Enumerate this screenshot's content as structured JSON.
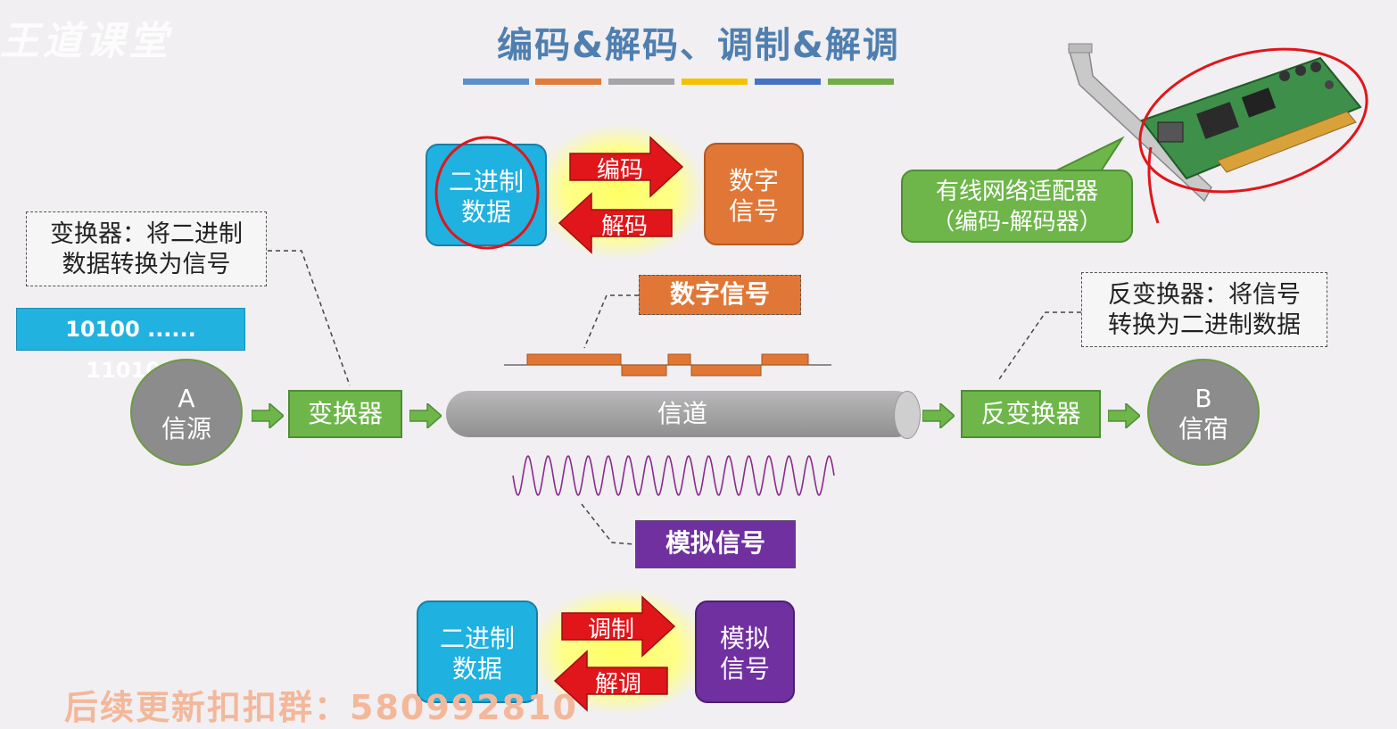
{
  "watermark": "王道课堂",
  "title": "编码&解码、调制&解调",
  "title_bar_colors": [
    "#5b8fc9",
    "#e07b39",
    "#a5a5a5",
    "#f5c000",
    "#4472c4",
    "#70ad47"
  ],
  "callout_left": {
    "line1": "变换器：将二进制",
    "line2": "数据转换为信号"
  },
  "callout_right": {
    "line1": "反变换器：将信号",
    "line2": "转换为二进制数据"
  },
  "bit_string": "10100 ...... 110100",
  "source": {
    "letter": "A",
    "label": "信源"
  },
  "sink": {
    "letter": "B",
    "label": "信宿"
  },
  "converter": "变换器",
  "inverse_converter": "反变换器",
  "channel": "信道",
  "digital_signal_tag": "数字信号",
  "analog_signal_tag": "模拟信号",
  "top_diagram": {
    "left_box": {
      "line1": "二进制",
      "line2": "数据"
    },
    "right_box": {
      "line1": "数字",
      "line2": "信号"
    },
    "forward_label": "编码",
    "backward_label": "解码"
  },
  "bottom_diagram": {
    "left_box": {
      "line1": "二进制",
      "line2": "数据"
    },
    "right_box": {
      "line1": "模拟",
      "line2": "信号"
    },
    "forward_label": "调制",
    "backward_label": "解调"
  },
  "nic_callout": {
    "line1": "有线网络适配器",
    "line2": "（编码-解码器）"
  },
  "footer": "后续更新扣扣群：580992810",
  "icons": [
    "network-card-image",
    "green-arrow",
    "red-arrow"
  ]
}
